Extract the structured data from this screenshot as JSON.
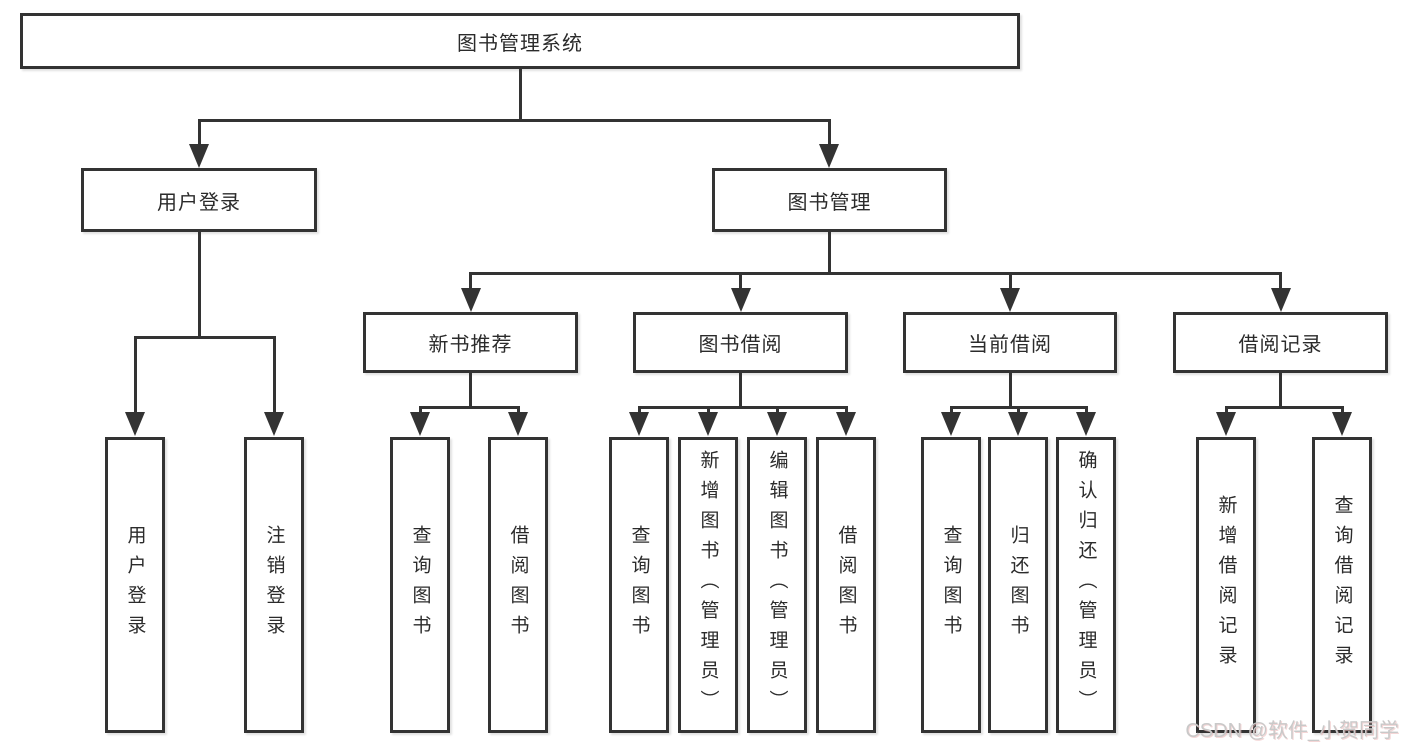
{
  "tree": {
    "root": {
      "label": "图书管理系统"
    },
    "branches": [
      {
        "label": "用户登录",
        "children": [
          {
            "label": "用户登录"
          },
          {
            "label": "注销登录"
          }
        ]
      },
      {
        "label": "图书管理",
        "children": [
          {
            "label": "新书推荐",
            "children": [
              {
                "label": "查询图书"
              },
              {
                "label": "借阅图书"
              }
            ]
          },
          {
            "label": "图书借阅",
            "children": [
              {
                "label": "查询图书"
              },
              {
                "label": "新增图书（管理员）"
              },
              {
                "label": "编辑图书（管理员）"
              },
              {
                "label": "借阅图书"
              }
            ]
          },
          {
            "label": "当前借阅",
            "children": [
              {
                "label": "查询图书"
              },
              {
                "label": "归还图书"
              },
              {
                "label": "确认归还（管理员）"
              }
            ]
          },
          {
            "label": "借阅记录",
            "children": [
              {
                "label": "新增借阅记录"
              },
              {
                "label": "查询借阅记录"
              }
            ]
          }
        ]
      }
    ]
  },
  "watermark": {
    "text": "CSDN @软件_小贺同学"
  },
  "colors": {
    "line": "#333333",
    "text": "#2b2b2b",
    "background": "#ffffff",
    "watermark": "#c9c9c9"
  }
}
